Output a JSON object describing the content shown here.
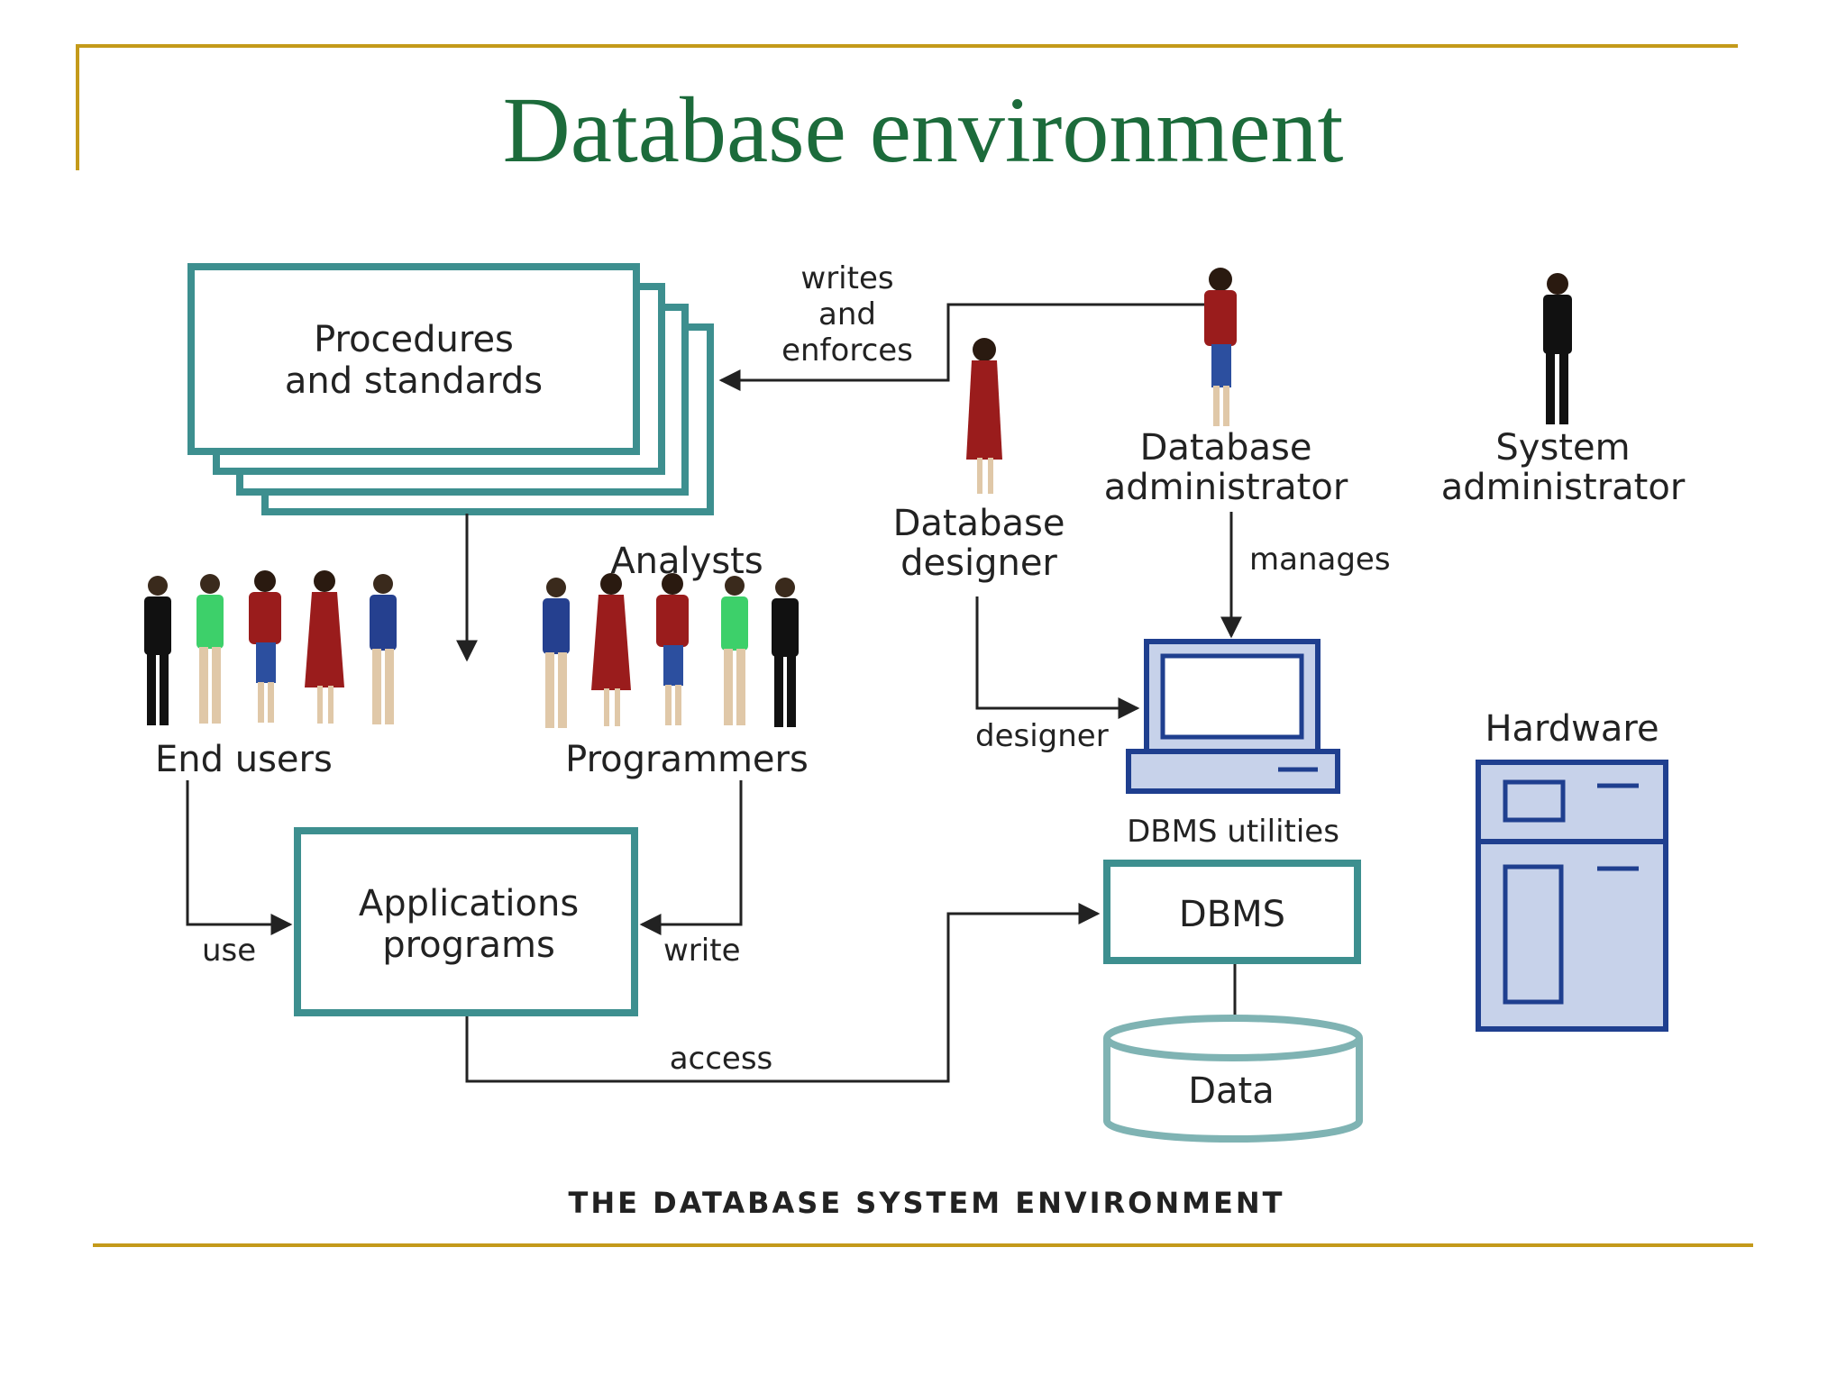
{
  "slide": {
    "title": "Database environment"
  },
  "diagram": {
    "procedures": [
      "Procedures",
      "and standards"
    ],
    "writes_enforces": [
      "writes",
      "and",
      "enforces"
    ],
    "db_designer": [
      "Database",
      "designer"
    ],
    "db_admin": [
      "Database",
      "administrator"
    ],
    "sys_admin": [
      "System",
      "administrator"
    ],
    "manages": "manages",
    "analysts": "Analysts",
    "end_users": "End users",
    "programmers": "Programmers",
    "designer_edge": "designer",
    "dbms_utilities": "DBMS utilities",
    "hardware": "Hardware",
    "applications": [
      "Applications",
      "programs"
    ],
    "use": "use",
    "write": "write",
    "dbms": "DBMS",
    "data": "Data",
    "access": "access",
    "caption": "THE DATABASE SYSTEM ENVIRONMENT"
  },
  "colors": {
    "accent_gold": "#c49a1a",
    "title_green": "#1c6b3b",
    "box_teal": "#3d8f8f",
    "hardware_blue": "#1f3f8f",
    "hardware_fill": "#c7d2ea"
  }
}
